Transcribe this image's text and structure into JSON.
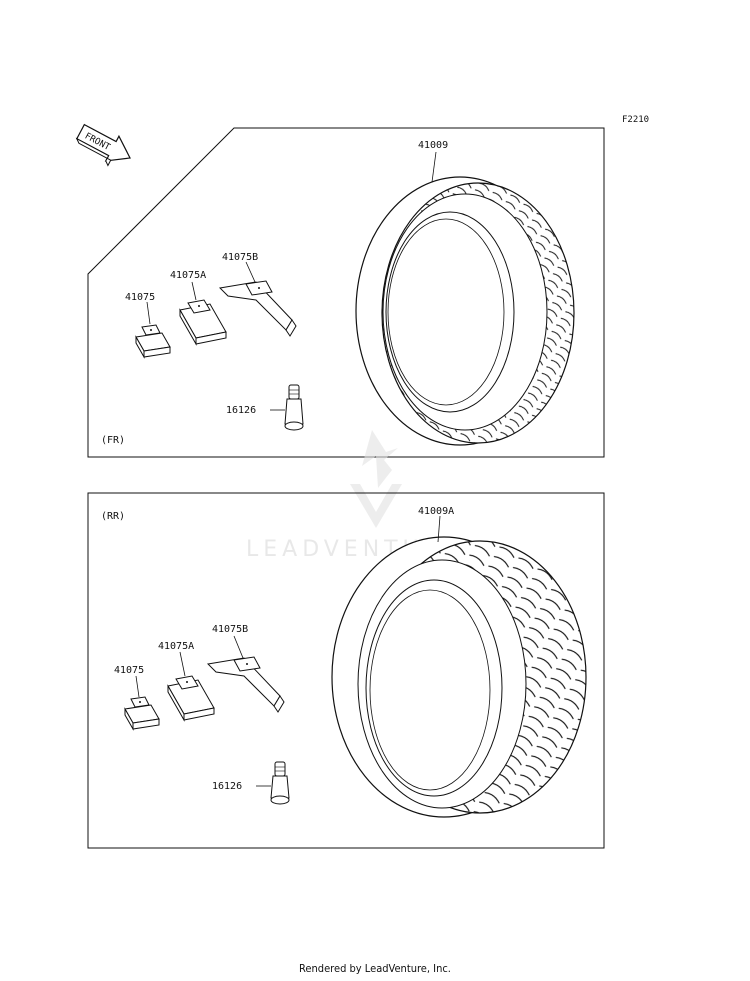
{
  "diagram_code": "F2210",
  "front_indicator": "FRONT",
  "watermark": "LEADVENTURE",
  "footer": "Rendered by LeadVenture, Inc.",
  "panels": {
    "front": {
      "label": "(FR)",
      "parts": {
        "tire": "41009",
        "weight": "41075",
        "weight_a": "41075A",
        "weight_b": "41075B",
        "valve": "16126"
      }
    },
    "rear": {
      "label": "(RR)",
      "parts": {
        "tire": "41009A",
        "weight": "41075",
        "weight_a": "41075A",
        "weight_b": "41075B",
        "valve": "16126"
      }
    }
  }
}
